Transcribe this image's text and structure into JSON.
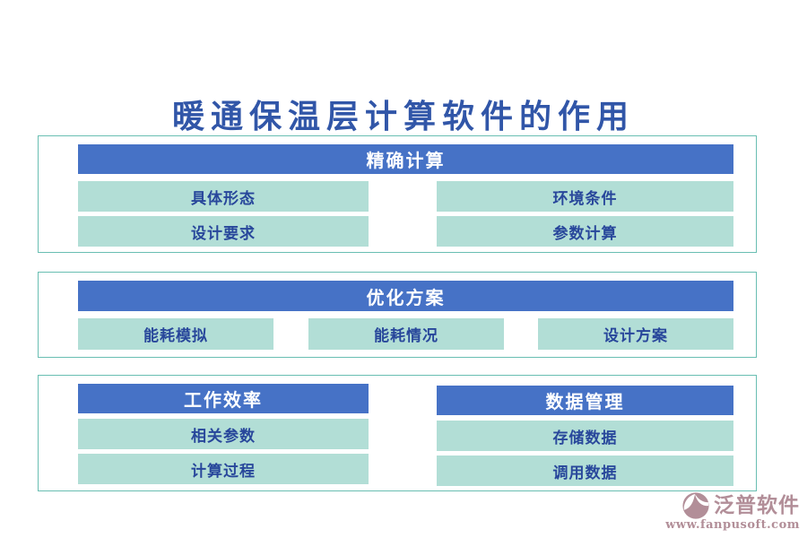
{
  "title": "暖通保温层计算软件的作用",
  "sections": [
    {
      "header": "精确计算",
      "items": [
        "具体形态",
        "环境条件",
        "设计要求",
        "参数计算"
      ]
    },
    {
      "header": "优化方案",
      "items": [
        "能耗模拟",
        "能耗情况",
        "设计方案"
      ]
    },
    {
      "columns": [
        {
          "header": "工作效率",
          "items": [
            "相关参数",
            "计算过程"
          ]
        },
        {
          "header": "数据管理",
          "items": [
            "存储数据",
            "调用数据"
          ]
        }
      ]
    }
  ],
  "logo": {
    "name": "泛普软件",
    "url": "www.fanpusoft.com"
  },
  "colors": {
    "title_text": "#3156A8",
    "header_bar": "#4672C6",
    "item_bg": "#B2DED6",
    "item_text": "#28479B",
    "section_border": "#69BEB2",
    "logo": "#B28E98"
  }
}
